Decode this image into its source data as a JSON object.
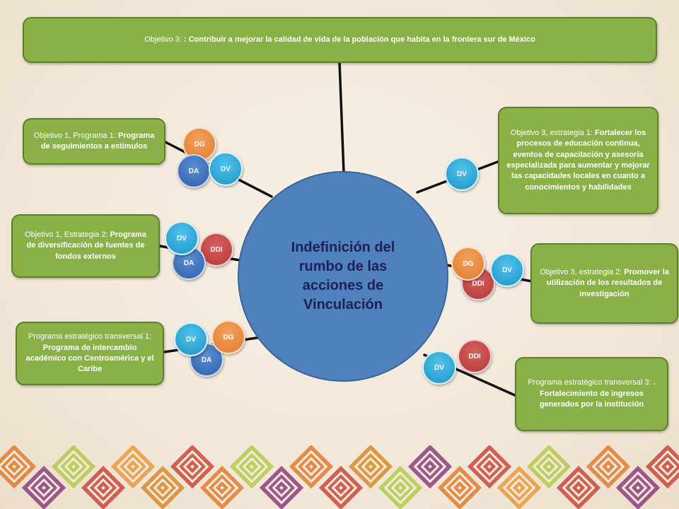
{
  "central": {
    "text": "Indefinición del rumbo de las acciones de Vinculación"
  },
  "boxes": {
    "top": {
      "lead": "Objetivo 3: ",
      "body": ": Contribuir a mejorar la calidad de vida de la población que habita en la frontera sur de México"
    },
    "left1": {
      "lead": "Objetivo 1, Programa 1: ",
      "body": "Programa de seguimientos a estímulos"
    },
    "left2": {
      "lead": "Objetivo 1, Estrategia 2: ",
      "body": "Programa de diversificación de fuentes de fondos externos"
    },
    "left3": {
      "lead": "Programa estratégico transversal 1: ",
      "body": "Programa de intercambio académico con Centroamérica y el Caribe"
    },
    "right1": {
      "lead": "Objetivo 3, estrategia 1: ",
      "body": "Fortalecer los procesos de educación continua, eventos de capacitación y asesoría especializada para aumentar y mejorar las capacidades locales en cuanto a conocimientos y habilidades"
    },
    "right2": {
      "lead": "Objetivo 3, estrategia 2: ",
      "body": "Promover la utilización de los resultados de investigación"
    },
    "right3": {
      "lead": "Programa estratégico transversal 3: ",
      "body": ". Fortalecimiento de ingresos generados por la institución"
    }
  },
  "badges": {
    "l1_dg": "DG",
    "l1_da": "DA",
    "l1_dv": "DV",
    "l2_ddi": "DDI",
    "l2_da": "DA",
    "l2_dv": "DV",
    "l3_da": "DA",
    "l3_dv": "DV",
    "l3_dg": "DG",
    "r1_dv": "DV",
    "r2_ddi": "DDI",
    "r2_dg": "DG",
    "r2_dv": "DV",
    "r3_ddi": "DDI",
    "r3_dv": "DV"
  },
  "colors": {
    "box_fill": "#8ab048",
    "box_border": "#5e7f2e",
    "central_fill": "#4f81bd",
    "central_text": "#1f1f5a",
    "dv": "#1f94c8",
    "da": "#2f5fa8",
    "dg": "#e07b30",
    "ddi": "#b23b3a"
  }
}
